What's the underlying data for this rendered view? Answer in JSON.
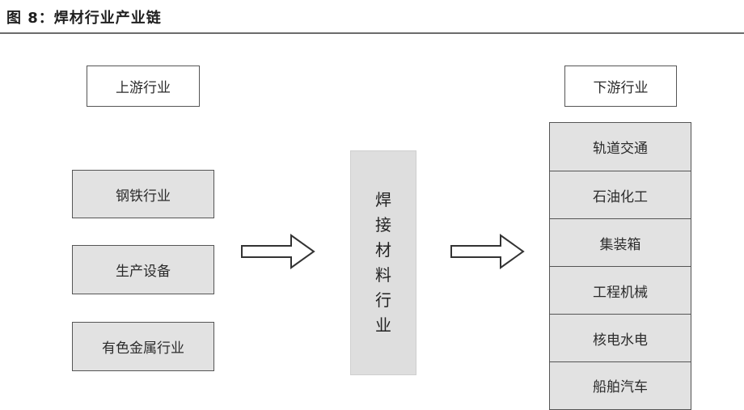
{
  "figure": {
    "title": "图 8：焊材行业产业链"
  },
  "upstream": {
    "header": "上游行业",
    "items": [
      "钢铁行业",
      "生产设备",
      "有色金属行业"
    ]
  },
  "center": {
    "chars": [
      "焊",
      "接",
      "材",
      "料",
      "行",
      "业"
    ]
  },
  "downstream": {
    "header": "下游行业",
    "items": [
      "轨道交通",
      "石油化工",
      "集装箱",
      "工程机械",
      "核电水电",
      "船舶汽车"
    ]
  },
  "colors": {
    "box_fill": "#e2e2e2",
    "border": "#555555",
    "center_fill": "#dedede"
  }
}
